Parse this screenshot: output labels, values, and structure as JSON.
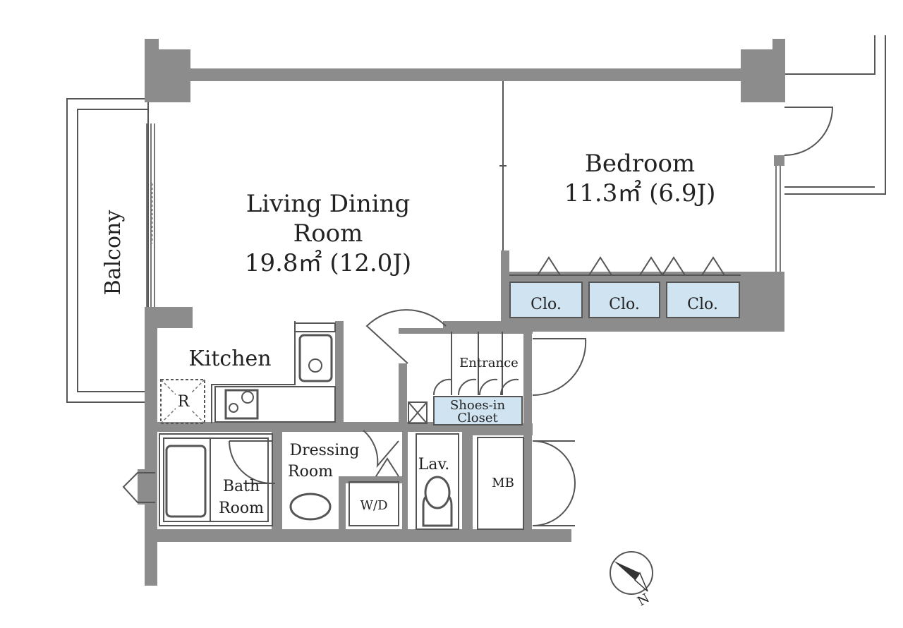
{
  "rooms": {
    "living": {
      "name_line1": "Living Dining",
      "name_line2": "Room",
      "area": "19.8㎡ (12.0J)"
    },
    "bedroom": {
      "name": "Bedroom",
      "area": "11.3㎡ (6.9J)"
    },
    "balcony": "Balcony",
    "kitchen": "Kitchen",
    "refrigerator": "R",
    "entrance": "Entrance",
    "shoes_closet_line1": "Shoes-in",
    "shoes_closet_line2": "Closet",
    "dressing_line1": "Dressing",
    "dressing_line2": "Room",
    "bath_line1": "Bath",
    "bath_line2": "Room",
    "washer": "W/D",
    "lavatory": "Lav.",
    "meter_box": "MB",
    "closets": [
      "Clo.",
      "Clo.",
      "Clo."
    ]
  },
  "compass": {
    "label": "N"
  },
  "colors": {
    "wall": "#8c8c8c",
    "closet_fill": "#cfe3f1",
    "line": "#555555"
  }
}
